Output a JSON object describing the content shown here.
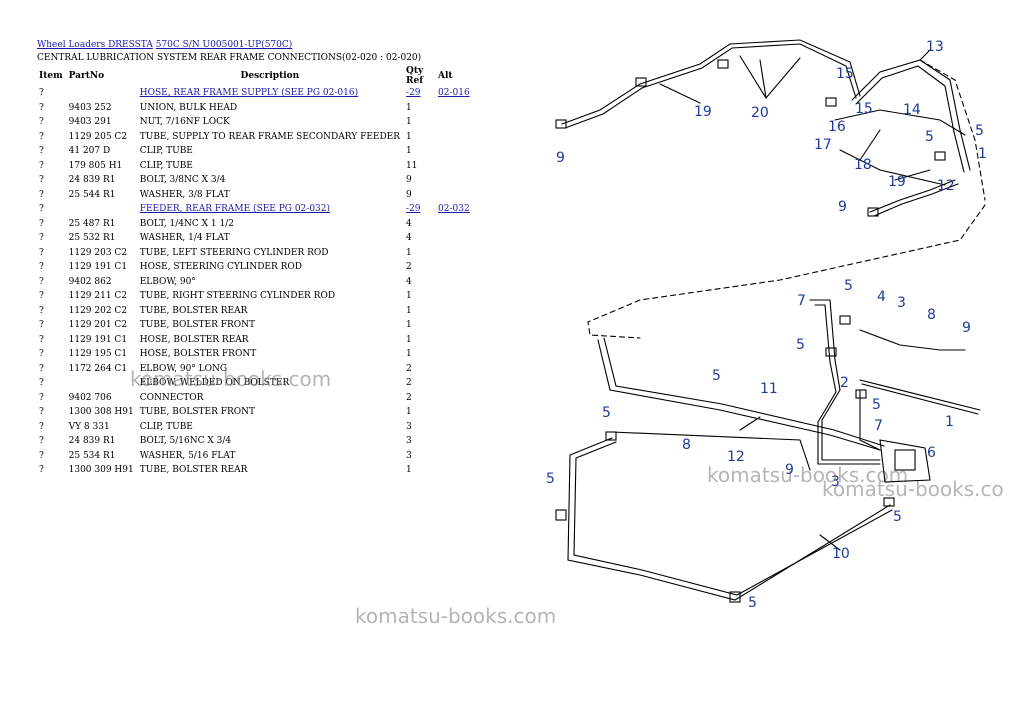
{
  "breadcrumb": {
    "link1": "Wheel Loaders DRESSTA",
    "link2": "570C S/N U005001-UP(570C)"
  },
  "subtitle": "CENTRAL LUBRICATION SYSTEM REAR FRAME CONNECTIONS(02-020 : 02-020)",
  "table": {
    "headers": {
      "item": "Item",
      "partno": "PartNo",
      "desc": "Description",
      "qty": "Qty",
      "ref": "Ref",
      "alt": "Alt"
    },
    "rows": [
      {
        "item": "?",
        "part": "",
        "desc": "HOSE, REAR FRAME SUPPLY (SEE PG 02-016)",
        "qty": "-29",
        "alt": "02-016",
        "link": true
      },
      {
        "item": "?",
        "part": "9403 252",
        "desc": "UNION, BULK HEAD",
        "qty": "1",
        "alt": ""
      },
      {
        "item": "?",
        "part": "9403 291",
        "desc": "NUT, 7/16NF LOCK",
        "qty": "1",
        "alt": ""
      },
      {
        "item": "?",
        "part": "1129 205 C2",
        "desc": "TUBE, SUPPLY TO REAR FRAME SECONDARY FEEDER",
        "qty": "1",
        "alt": ""
      },
      {
        "item": "?",
        "part": "41 207 D",
        "desc": "CLIP, TUBE",
        "qty": "1",
        "alt": ""
      },
      {
        "item": "?",
        "part": "179 805 H1",
        "desc": "CLIP, TUBE",
        "qty": "11",
        "alt": ""
      },
      {
        "item": "?",
        "part": "24 839 R1",
        "desc": "BOLT, 3/8NC X 3/4",
        "qty": "9",
        "alt": ""
      },
      {
        "item": "?",
        "part": "25 544 R1",
        "desc": "WASHER, 3/8 FLAT",
        "qty": "9",
        "alt": ""
      },
      {
        "item": "?",
        "part": "",
        "desc": "FEEDER, REAR FRAME (SEE PG 02-032)",
        "qty": "-29",
        "alt": "02-032",
        "link": true
      },
      {
        "item": "?",
        "part": "25 487 R1",
        "desc": "BOLT, 1/4NC X 1 1/2",
        "qty": "4",
        "alt": ""
      },
      {
        "item": "?",
        "part": "25 532 R1",
        "desc": "WASHER, 1/4 FLAT",
        "qty": "4",
        "alt": ""
      },
      {
        "item": "?",
        "part": "1129 203 C2",
        "desc": "TUBE, LEFT STEERING CYLINDER ROD",
        "qty": "1",
        "alt": ""
      },
      {
        "item": "?",
        "part": "1129 191 C1",
        "desc": "HOSE, STEERING CYLINDER ROD",
        "qty": "2",
        "alt": ""
      },
      {
        "item": "?",
        "part": "9402 862",
        "desc": "ELBOW, 90°",
        "qty": "4",
        "alt": ""
      },
      {
        "item": "?",
        "part": "1129 211 C2",
        "desc": "TUBE, RIGHT STEERING CYLINDER ROD",
        "qty": "1",
        "alt": ""
      },
      {
        "item": "?",
        "part": "1129 202 C2",
        "desc": "TUBE, BOLSTER REAR",
        "qty": "1",
        "alt": ""
      },
      {
        "item": "?",
        "part": "1129 201 C2",
        "desc": "TUBE, BOLSTER FRONT",
        "qty": "1",
        "alt": ""
      },
      {
        "item": "?",
        "part": "1129 191 C1",
        "desc": "HOSE, BOLSTER REAR",
        "qty": "1",
        "alt": ""
      },
      {
        "item": "?",
        "part": "1129 195 C1",
        "desc": "HOSE, BOLSTER FRONT",
        "qty": "1",
        "alt": ""
      },
      {
        "item": "?",
        "part": "1172 264 C1",
        "desc": "ELBOW, 90° LONG",
        "qty": "2",
        "alt": ""
      },
      {
        "item": "?",
        "part": "",
        "desc": "ELBOW, WELDED ON BOLSTER",
        "qty": "2",
        "alt": ""
      },
      {
        "item": "?",
        "part": "9402 706",
        "desc": "CONNECTOR",
        "qty": "2",
        "alt": ""
      },
      {
        "item": "?",
        "part": "1300 308 H91",
        "desc": "TUBE, BOLSTER FRONT",
        "qty": "1",
        "alt": ""
      },
      {
        "item": "?",
        "part": "VY 8 331",
        "desc": "CLIP, TUBE",
        "qty": "3",
        "alt": ""
      },
      {
        "item": "?",
        "part": "24 839 R1",
        "desc": "BOLT, 5/16NC X 3/4",
        "qty": "3",
        "alt": ""
      },
      {
        "item": "?",
        "part": "25 534 R1",
        "desc": "WASHER, 5/16 FLAT",
        "qty": "3",
        "alt": ""
      },
      {
        "item": "?",
        "part": "1300 309 H91",
        "desc": "TUBE, BOLSTER REAR",
        "qty": "1",
        "alt": ""
      }
    ]
  },
  "watermarks": [
    "komatsu-books.com",
    "komatsu-books.com",
    "komatsu-books.co",
    "komatsu-books.com"
  ],
  "callouts": [
    "13",
    "15",
    "15",
    "14",
    "5",
    "5",
    "1",
    "16",
    "17",
    "18",
    "19",
    "12",
    "20",
    "19",
    "9",
    "9",
    "7",
    "5",
    "4",
    "3",
    "8",
    "9",
    "5",
    "2",
    "7",
    "5",
    "11",
    "5",
    "5",
    "8",
    "12",
    "9",
    "3",
    "6",
    "1",
    "5",
    "5",
    "10",
    "5"
  ]
}
